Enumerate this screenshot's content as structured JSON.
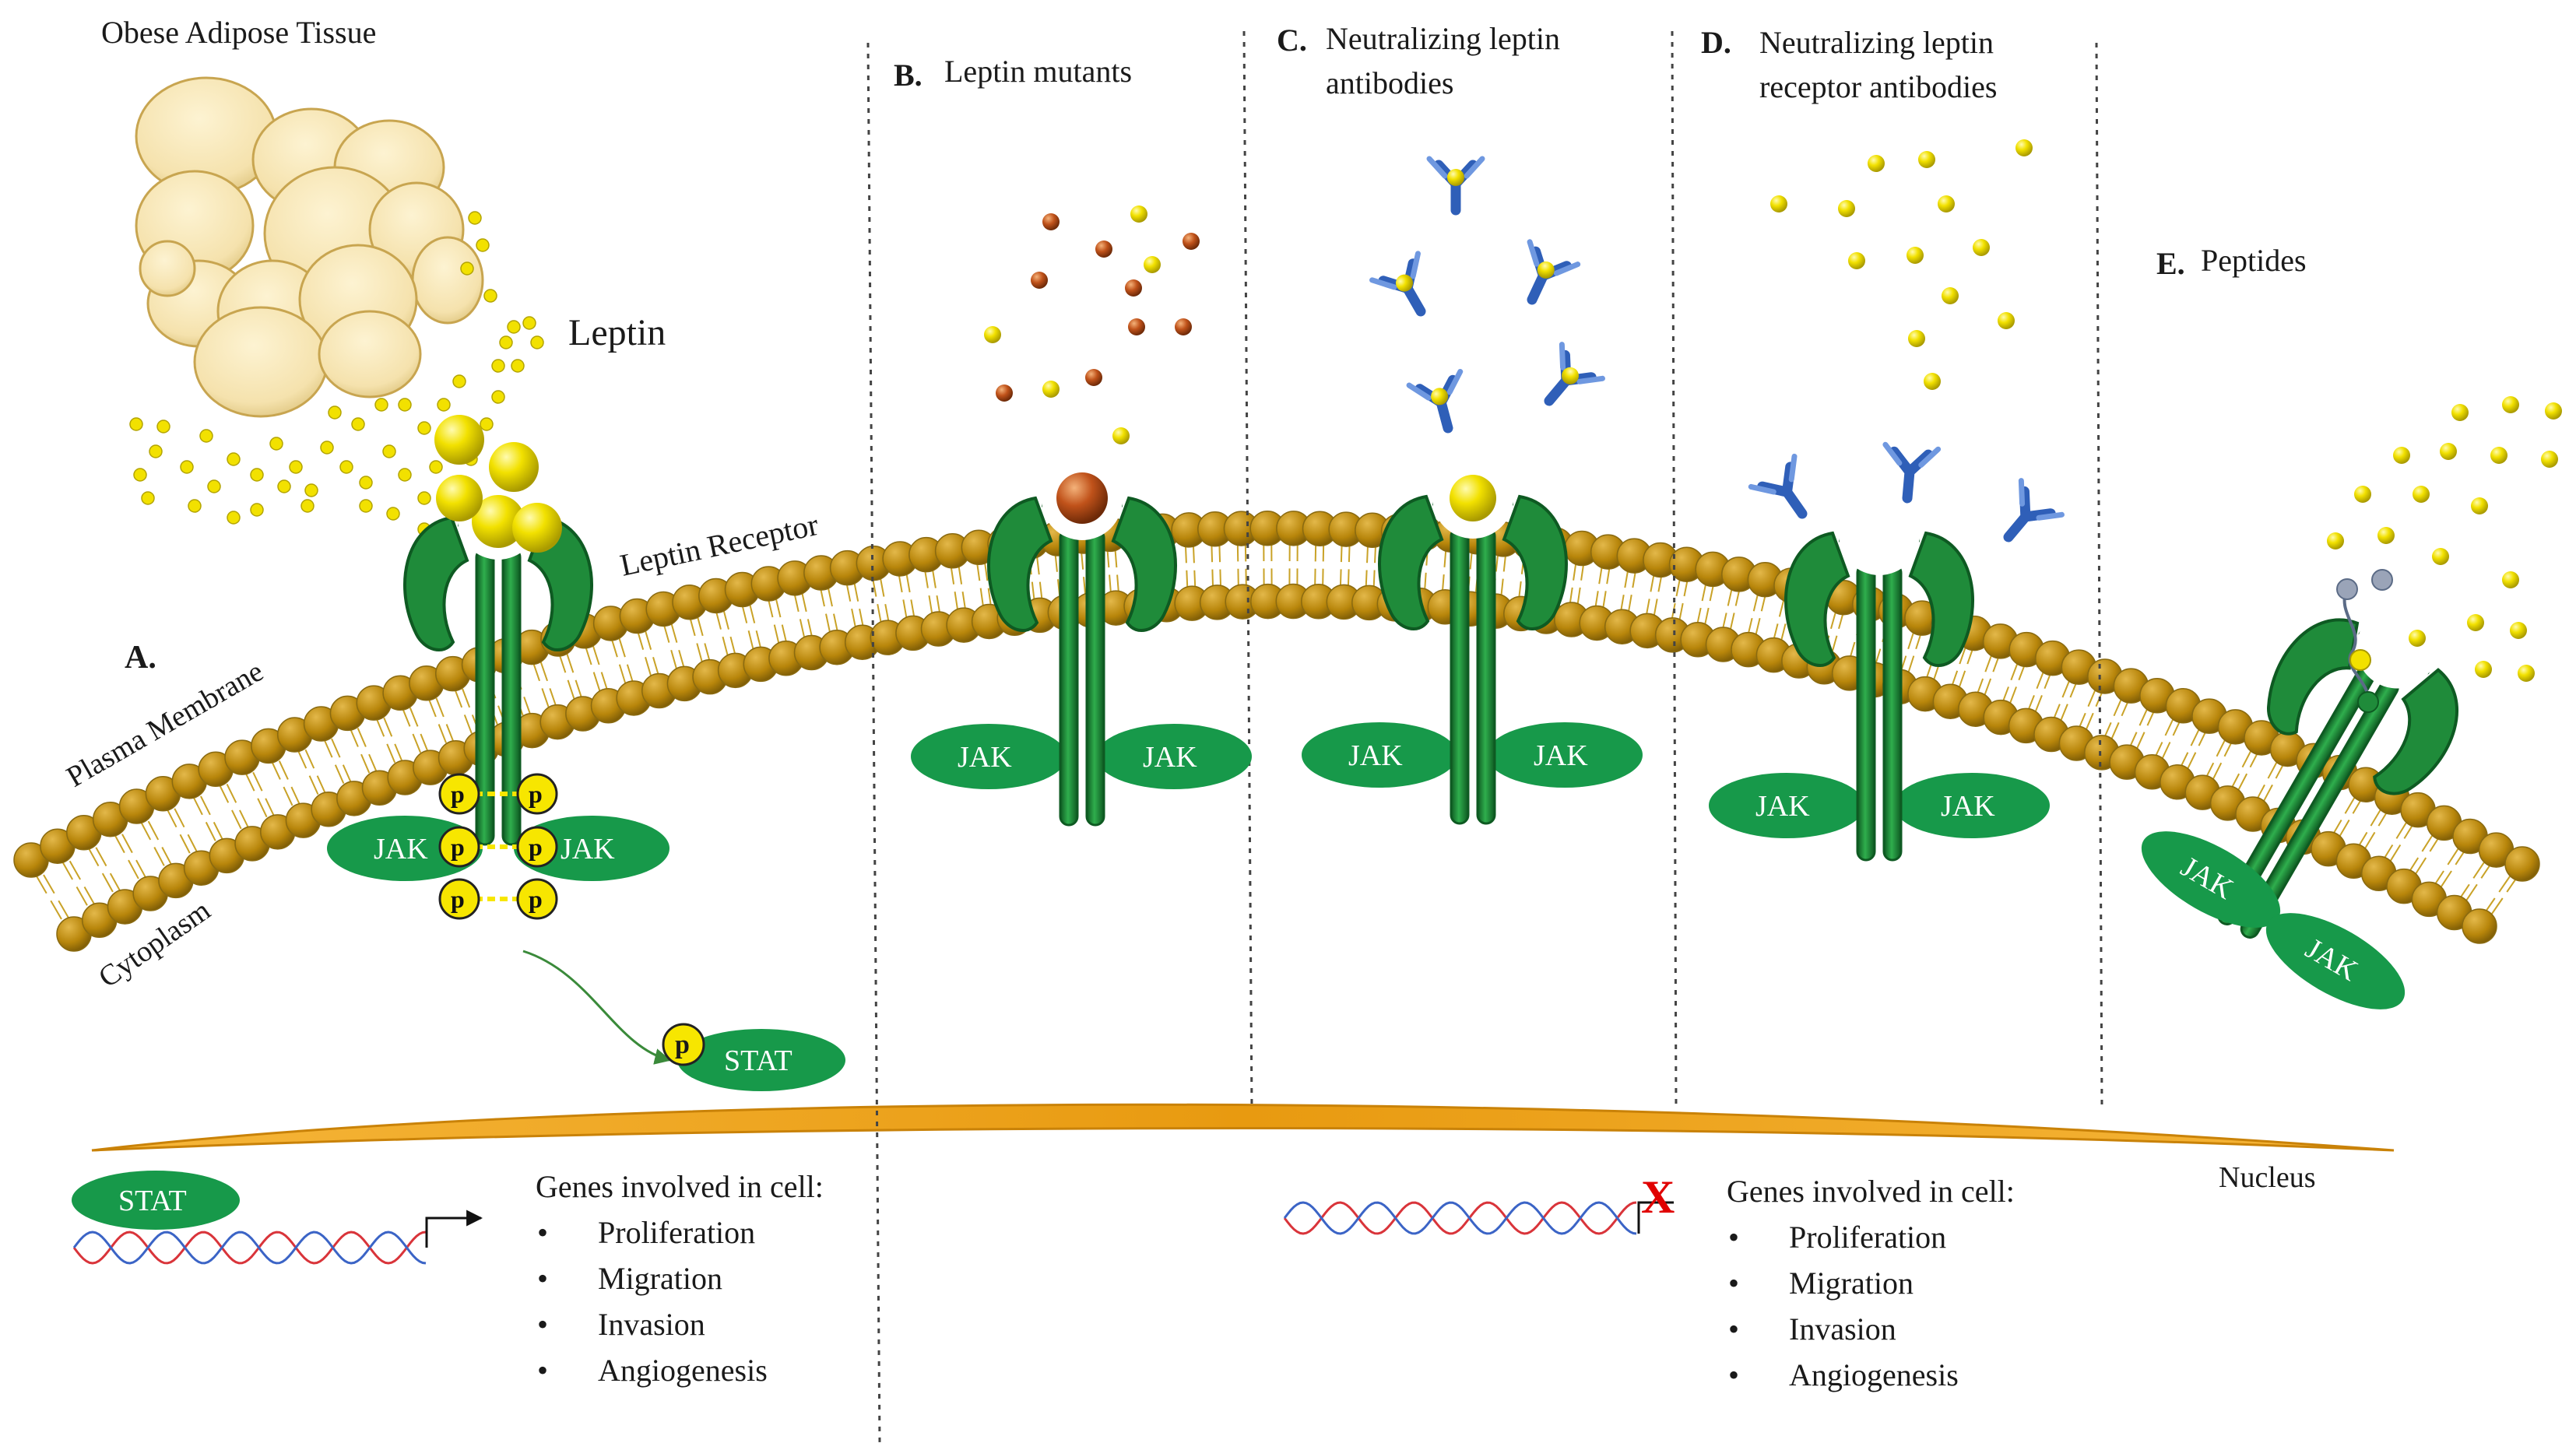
{
  "colors": {
    "membrane_head": "#b8860b",
    "membrane_head_edge": "#8a6a10",
    "membrane_tail": "#c9a227",
    "receptor": "#1f8b3a",
    "receptor_dark": "#0e5a22",
    "jak": "#17994a",
    "leptin": "#f2e100",
    "leptin_mutant": "#c0521a",
    "antibody": "#3d6fc4",
    "phospho": "#f7e600",
    "nucleus": "#e89a10",
    "adipocyte": "#f5e2ad",
    "dna_red": "#d9343a",
    "dna_blue": "#3b64c6",
    "divider": "#444444",
    "block_x": "#e00000"
  },
  "icons": {
    "adipose": "adipocyte-cluster-icon",
    "leptin": "leptin-sphere-icon",
    "antibody": "y-antibody-icon",
    "peptide": "peptide-chain-icon",
    "receptor": "leptin-receptor-icon",
    "dna": "dna-helix-icon",
    "transcription": "transcription-arrow-icon",
    "block": "block-x-icon"
  },
  "labels": {
    "adipose": "Obese Adipose Tissue",
    "leptin": "Leptin",
    "leptin_receptor": "Leptin Receptor",
    "plasma_membrane": "Plasma Membrane",
    "cytoplasm": "Cytoplasm",
    "nucleus": "Nucleus",
    "jak": "JAK",
    "stat": "STAT",
    "phospho": "p"
  },
  "panels": {
    "a": {
      "letter": "A."
    },
    "b": {
      "letter": "B.",
      "title": "Leptin mutants"
    },
    "c": {
      "letter": "C.",
      "title_line1": "Neutralizing leptin",
      "title_line2": "antibodies"
    },
    "d": {
      "letter": "D.",
      "title_line1": "Neutralizing leptin",
      "title_line2": "receptor antibodies"
    },
    "e": {
      "letter": "E.",
      "title": "Peptides"
    }
  },
  "genes": {
    "heading": "Genes involved in cell:",
    "items": [
      "Proliferation",
      "Migration",
      "Invasion",
      "Angiogenesis"
    ]
  }
}
